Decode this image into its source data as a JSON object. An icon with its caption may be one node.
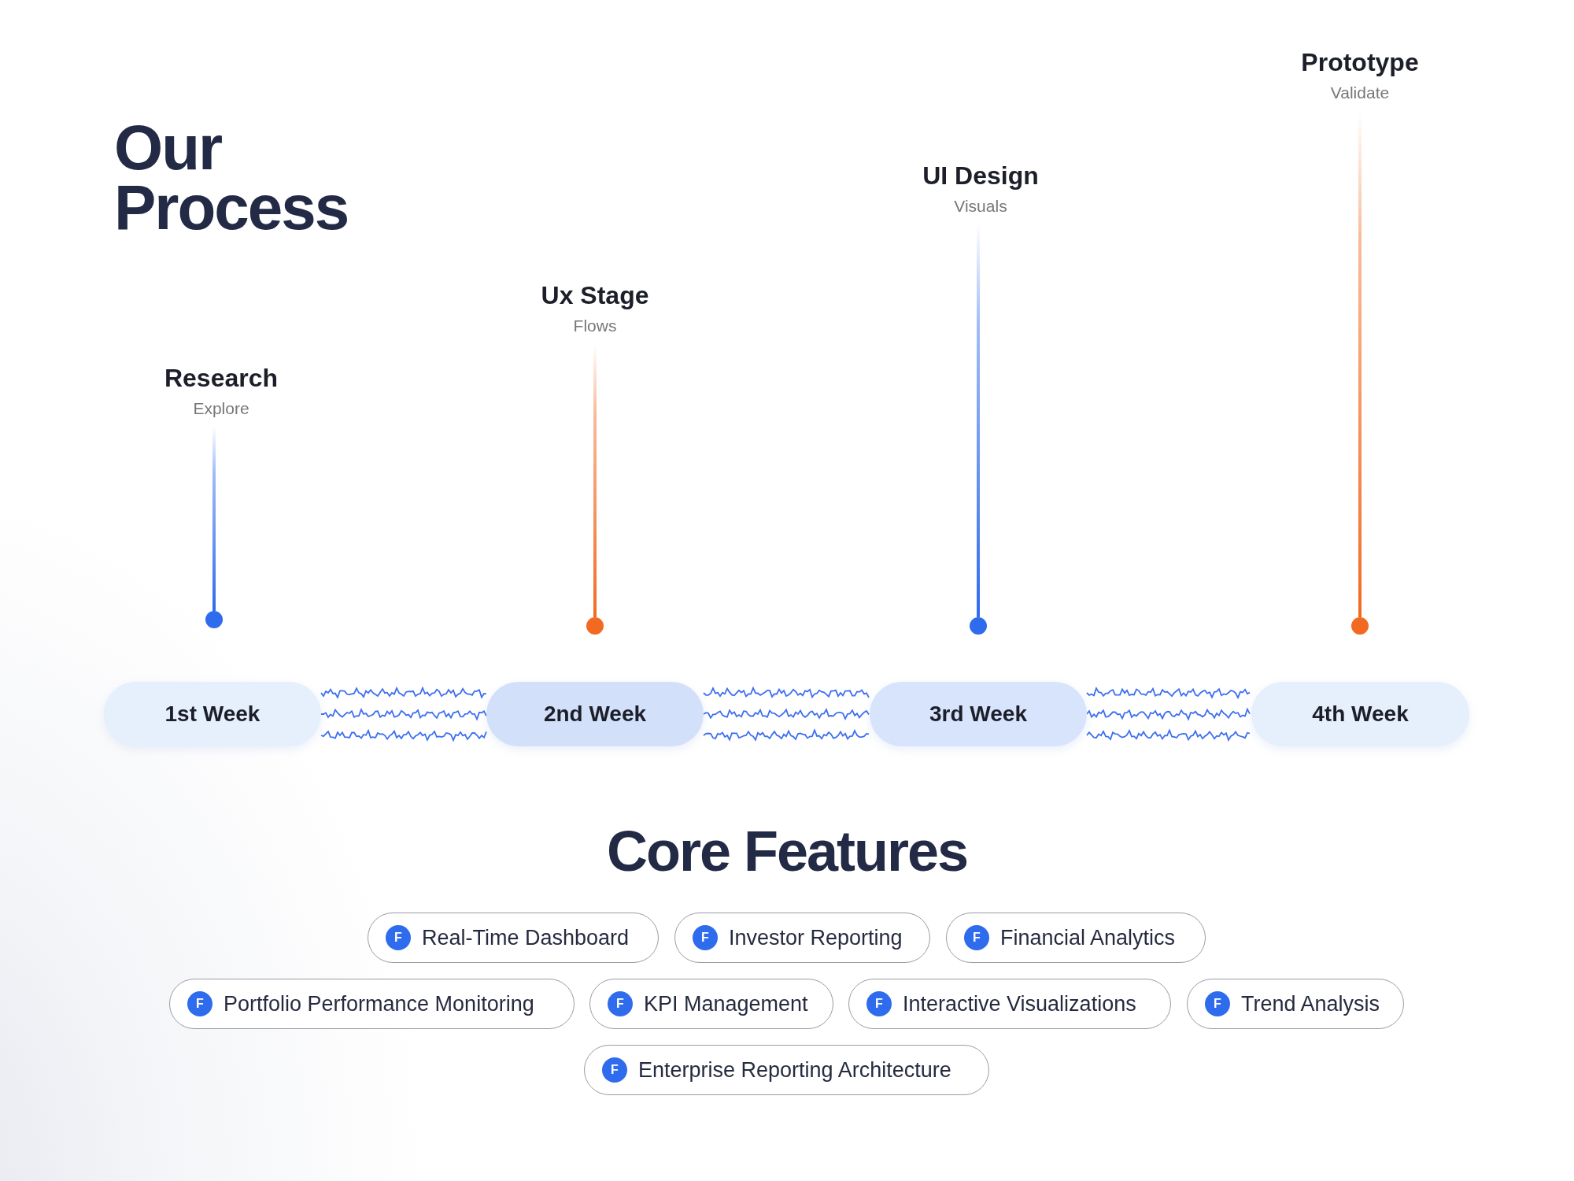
{
  "diagram": {
    "title": "Our Process",
    "nodes": [
      {
        "text": [
          "Research",
          "Explore"
        ]
      },
      {
        "text": [
          "Ux Stage",
          "Flows"
        ]
      },
      {
        "text": [
          "UI Design",
          "Visuals"
        ]
      },
      {
        "text": [
          "Prototype",
          "Validate"
        ]
      },
      {
        "text": [],
        "shape": "circle"
      },
      {
        "text": [],
        "shape": "circle"
      },
      {
        "text": [],
        "shape": "circle"
      },
      {
        "text": [],
        "shape": "circle"
      },
      {
        "text": [
          "1st Week"
        ]
      },
      {
        "text": [
          "2nd Week"
        ]
      },
      {
        "text": [
          "3rd Week"
        ]
      },
      {
        "text": [
          "4th Week"
        ]
      },
      {
        "text": [
          "Real-Time Dashboard"
        ]
      },
      {
        "text": [
          "Investor Reporting"
        ]
      },
      {
        "text": [
          "Financial Analytics"
        ]
      },
      {
        "text": [
          "Portfolio Performance Monitoring"
        ]
      },
      {
        "text": [
          "KPI Management"
        ]
      },
      {
        "text": [
          "Interactive Visualizations"
        ]
      },
      {
        "text": [
          "Trend Analysis"
        ]
      },
      {
        "text": [
          "Enterprise Reporting Architecture"
        ]
      }
    ],
    "edges": [
      {
        "from": 0,
        "to": 4,
        "arrow": "none",
        "color": "#2f6bed"
      },
      {
        "from": 1,
        "to": 5,
        "arrow": "none",
        "color": "#f26a22"
      },
      {
        "from": 2,
        "to": 6,
        "arrow": "none",
        "color": "#2f6bed"
      },
      {
        "from": 3,
        "to": 7,
        "arrow": "none",
        "color": "#f26a22"
      },
      {
        "from": 8,
        "to": 9,
        "arrow": "none"
      },
      {
        "from": 9,
        "to": 10,
        "arrow": "none"
      },
      {
        "from": 10,
        "to": 11,
        "arrow": "none"
      }
    ],
    "labels": [
      "Core Features",
      "F",
      "F",
      "F",
      "F",
      "F",
      "F",
      "F",
      "F"
    ]
  }
}
